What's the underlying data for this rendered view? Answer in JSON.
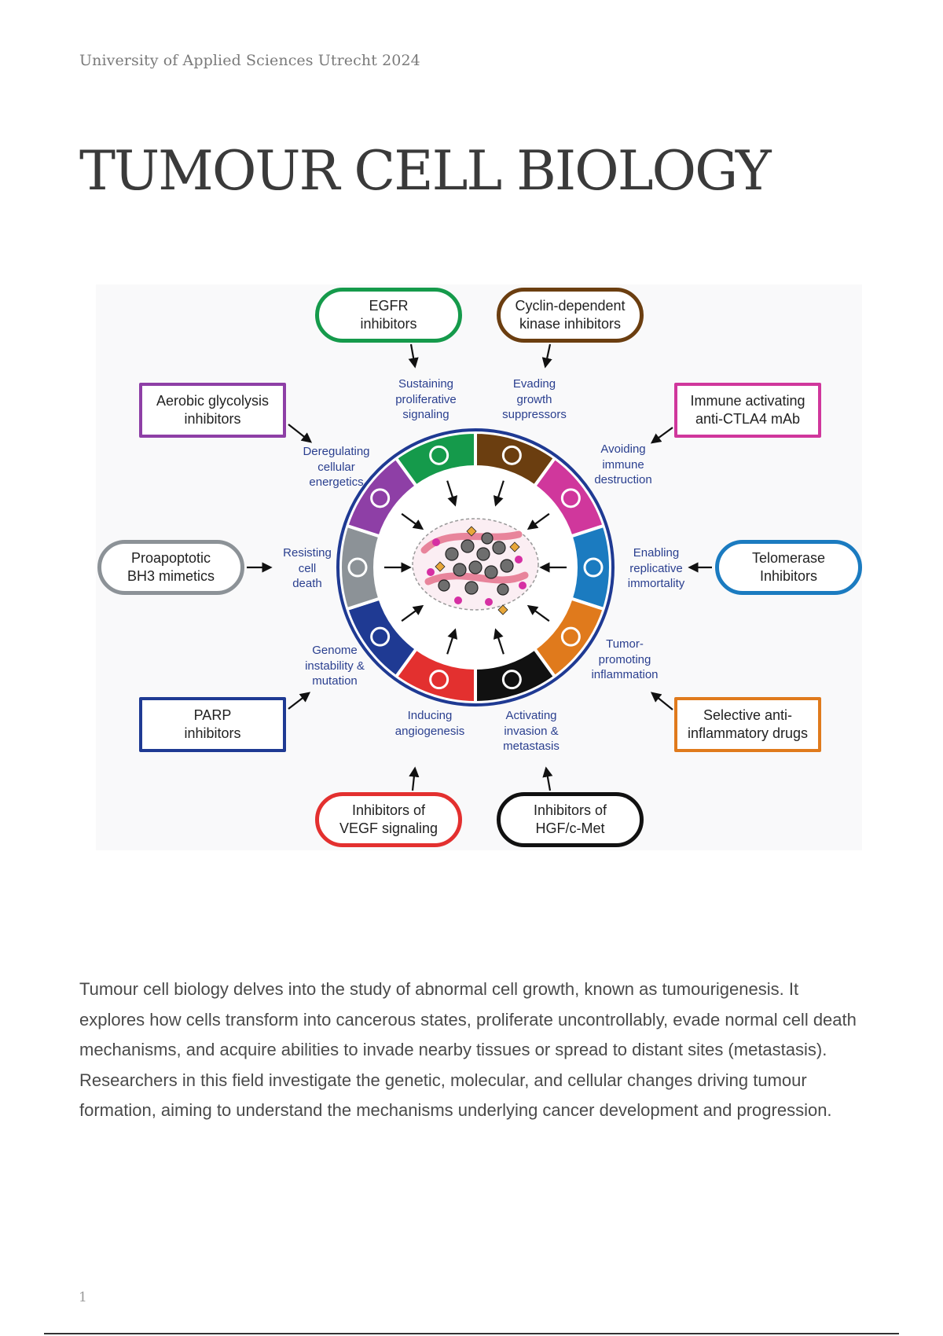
{
  "header": {
    "institution": "University of Applied Sciences Utrecht 2024"
  },
  "page_title": "TUMOUR CELL BIOLOGY",
  "figure": {
    "colors": {
      "ring_border": "#1f3a93",
      "label_text": "#2a3f8f",
      "green": "#159a4b",
      "brown": "#6b3e10",
      "magenta": "#d0379c",
      "blue": "#1b7bc0",
      "orange": "#e07a1c",
      "black": "#111111",
      "red": "#e3302f",
      "navy": "#1f3a93",
      "gray": "#8c9297",
      "purple": "#8e3fa6"
    },
    "drugs": {
      "egfr": "EGFR\ninhibitors",
      "cdk": "Cyclin-dependent\nkinase inhibitors",
      "glycolysis": "Aerobic glycolysis\ninhibitors",
      "ctla4": "Immune activating\nanti-CTLA4 mAb",
      "bh3": "Proapoptotic\nBH3 mimetics",
      "telomerase": "Telomerase\nInhibitors",
      "parp": "PARP\ninhibitors",
      "antiinflammatory": "Selective anti-\ninflammatory drugs",
      "vegf": "Inhibitors of\nVEGF signaling",
      "hgf": "Inhibitors of\nHGF/c-Met"
    },
    "hallmarks": {
      "proliferative": "Sustaining\nproliferative\nsignaling",
      "growth_suppressors": "Evading\ngrowth\nsuppressors",
      "energetics": "Deregulating\ncellular\nenergetics",
      "immune": "Avoiding\nimmune\ndestruction",
      "cell_death": "Resisting\ncell\ndeath",
      "immortality": "Enabling\nreplicative\nimmortality",
      "genome": "Genome\ninstability &\nmutation",
      "inflammation": "Tumor-\npromoting\ninflammation",
      "angiogenesis": "Inducing\nangiogenesis",
      "metastasis": "Activating\ninvasion &\nmetastasis"
    }
  },
  "body_text": "Tumour cell biology delves into the study of abnormal cell growth, known as tumourigenesis. It explores how cells transform into cancerous states, proliferate uncontrollably, evade normal cell death mechanisms, and acquire abilities to invade nearby tissues or spread to distant sites (metastasis). Researchers in this field investigate the genetic, molecular, and cellular changes driving tumour formation, aiming to understand the mechanisms underlying cancer development and progression.",
  "page_number": "1"
}
